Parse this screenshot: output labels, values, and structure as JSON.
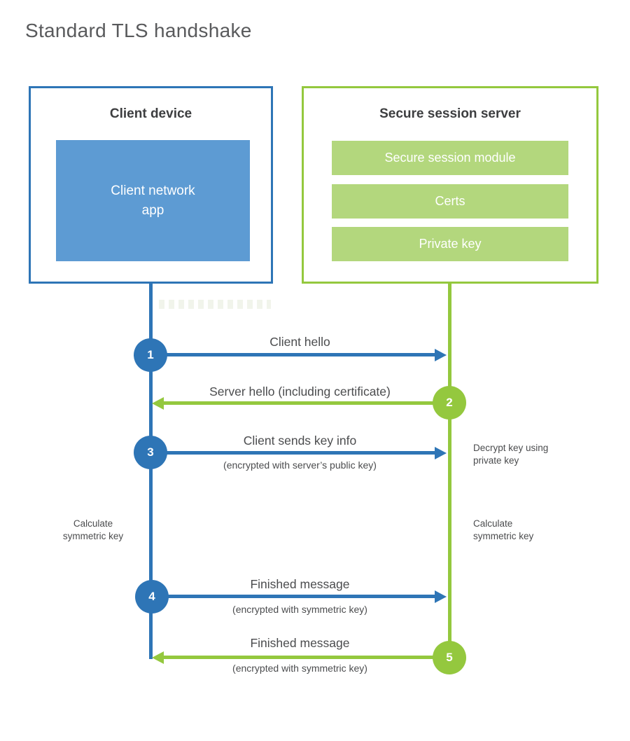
{
  "title": "Standard TLS handshake",
  "colors": {
    "client_accent": "#2e75b6",
    "client_fill": "#5d9bd3",
    "server_accent": "#94c83e",
    "server_fill": "#b3d77d",
    "text_dark": "#4b4c4e",
    "title_gray": "#595a5c"
  },
  "client": {
    "title": "Client device",
    "app_label": "Client network\napp"
  },
  "server": {
    "title": "Secure session server",
    "modules": [
      "Secure session module",
      "Certs",
      "Private key"
    ]
  },
  "messages": [
    {
      "step": "1",
      "label": "Client hello",
      "sublabel": "",
      "direction": "right",
      "color": "blue"
    },
    {
      "step": "2",
      "label": "Server hello (including certificate)",
      "sublabel": "",
      "direction": "left",
      "color": "green"
    },
    {
      "step": "3",
      "label": "Client sends key info",
      "sublabel": "(encrypted with server’s public key)",
      "direction": "right",
      "color": "blue"
    },
    {
      "step": "4",
      "label": "Finished message",
      "sublabel": "(encrypted with symmetric key)",
      "direction": "right",
      "color": "blue"
    },
    {
      "step": "5",
      "label": "Finished message",
      "sublabel": "(encrypted with symmetric key)",
      "direction": "left",
      "color": "green"
    }
  ],
  "annotations": {
    "decrypt": "Decrypt key using\nprivate key",
    "calc_left": "Calculate\nsymmetric key",
    "calc_right": "Calculate\nsymmetric key"
  }
}
